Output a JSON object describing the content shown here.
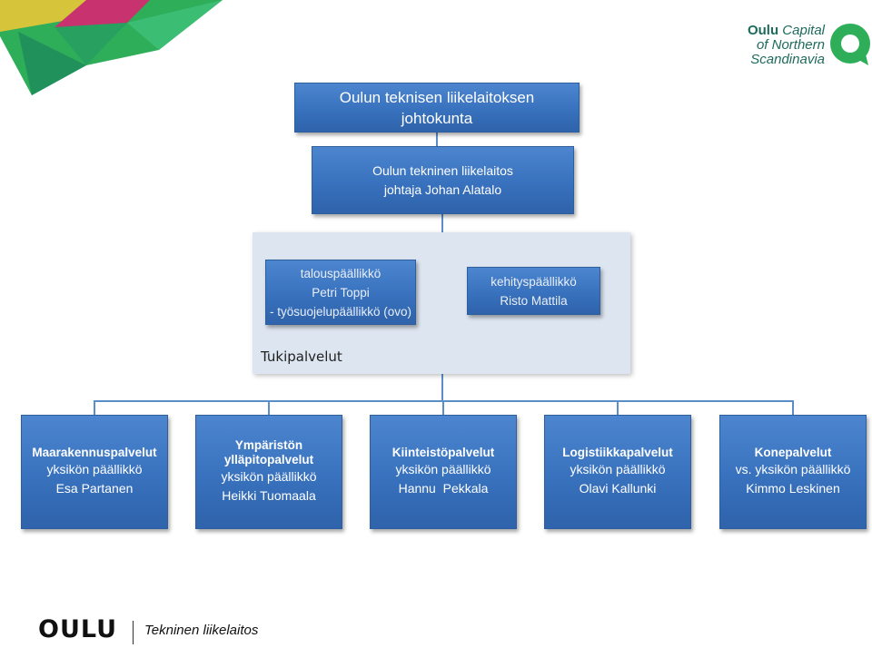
{
  "colors": {
    "box_blue": "#3b74c0",
    "connector": "#5b8ec9",
    "panel_bg": "#dde5f0",
    "brand_green": "#2fae5a",
    "brand_teal": "#1e7d73",
    "brand_yellow": "#d6c43a",
    "brand_pink": "#c8326e"
  },
  "logo_top": {
    "line1_bold": "Oulu",
    "line1_rest": "Capital",
    "line2": "of Northern",
    "line3": "Scandinavia"
  },
  "board": {
    "line1": "Oulun teknisen liikelaitoksen",
    "line2": "johtokunta"
  },
  "director": {
    "line1": "Oulun tekninen liikelaitos",
    "line2": "johtaja Johan Alatalo"
  },
  "support": {
    "label": "Tukipalvelut",
    "finance": {
      "line1": "talouspäällikkö",
      "line2": "Petri Toppi",
      "line3": "- työsuojelupäällikkö (ovo)"
    },
    "development": {
      "line1": "kehityspäällikkö",
      "line2": "Risto Mattila"
    }
  },
  "units": [
    {
      "title": "Maarakennuspalvelut",
      "role": "yksikön päällikkö",
      "name": "Esa Partanen"
    },
    {
      "title": "Ympäristön ylläpitopalvelut",
      "title_line1": "Ympäristön",
      "title_line2": "ylläpitopalvelut",
      "role": "yksikön päällikkö",
      "name": "Heikki Tuomaala"
    },
    {
      "title": "Kiinteistöpalvelut",
      "role": "yksikön päällikkö",
      "name": "Hannu  Pekkala"
    },
    {
      "title": "Logistiikkapalvelut",
      "role": "yksikön päällikkö",
      "name": "Olavi Kallunki"
    },
    {
      "title": "Konepalvelut",
      "role": "vs. yksikön päällikkö",
      "name": "Kimmo Leskinen"
    }
  ],
  "footer": {
    "brand": "OULU",
    "subtitle": "Tekninen liikelaitos"
  }
}
